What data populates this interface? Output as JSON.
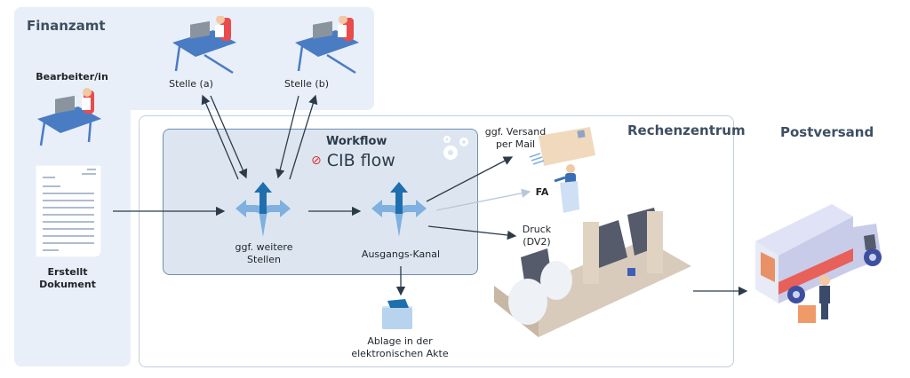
{
  "regions": {
    "finanzamt": "Finanzamt",
    "rechenzentrum": "Rechenzentrum",
    "postversand": "Postversand"
  },
  "workflow": {
    "title": "Workflow",
    "brand": "CIB flow",
    "brand_color": "#e0312f"
  },
  "actors": {
    "bearbeiter": "Bearbeiter/in",
    "stelle_a": "Stelle (a)",
    "stelle_b": "Stelle (b)",
    "fa": "FA"
  },
  "nodes": {
    "document": "Erstellt Dokument",
    "document_line1": "Erstellt",
    "document_line2": "Dokument",
    "weitere_line1": "ggf. weitere",
    "weitere_line2": "Stellen",
    "ausgang": "Ausgangs-Kanal",
    "mail_line1": "ggf. Versand",
    "mail_line2": "per Mail",
    "druck_line1": "Druck",
    "druck_line2": "(DV2)",
    "ablage_line1": "Ablage in der",
    "ablage_line2": "elektronischen Akte"
  },
  "colors": {
    "panel": "#e8eff8",
    "workflow_box": "#dde6f0",
    "arrow_dark": "#2d3a48",
    "arrow_light": "#b9c7d6",
    "split_light": "#7fb0df",
    "split_dark": "#1f6fae"
  }
}
